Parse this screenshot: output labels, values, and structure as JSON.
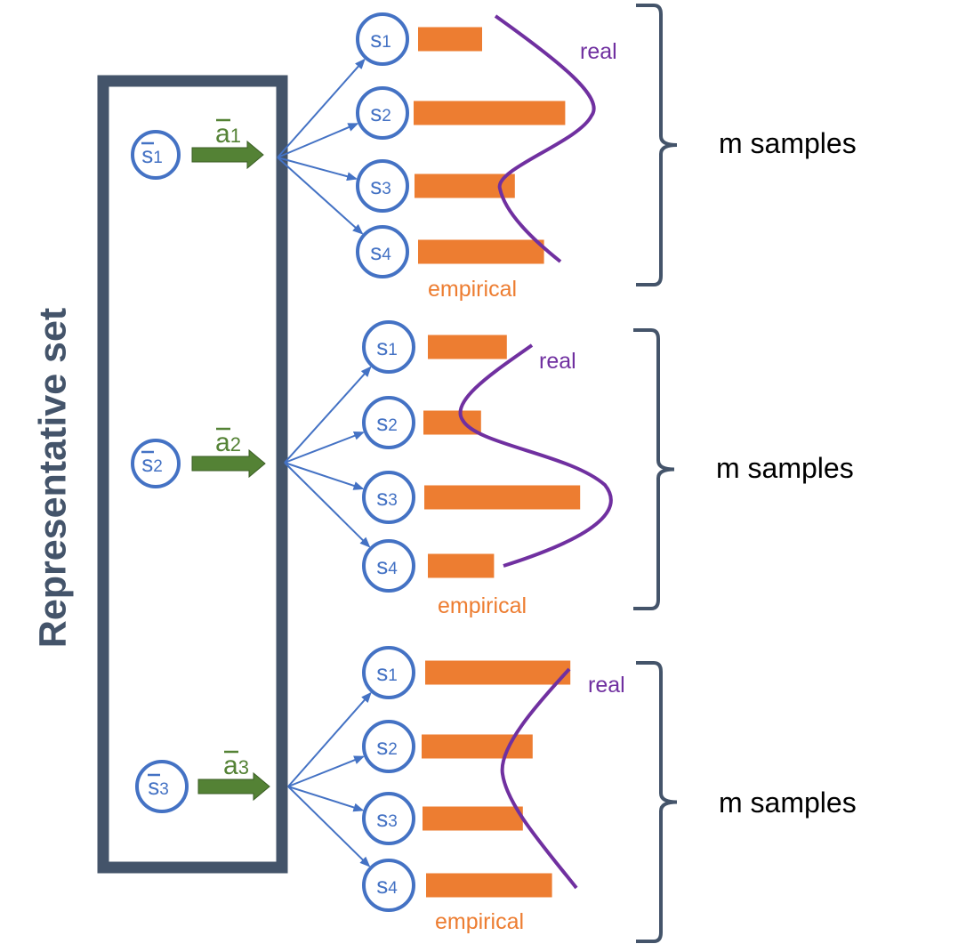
{
  "colors": {
    "circle": "#4472C4",
    "bar": "#ED7D31",
    "real_curve": "#7030A0",
    "action_arrow": "#548235",
    "box": "#44546A",
    "brace": "#44546A",
    "text": "#000000"
  },
  "representative_set": {
    "label": "Representative set"
  },
  "groups": [
    {
      "rep_state": {
        "base": "s",
        "sub": "1",
        "overbar": true
      },
      "action": {
        "base": "a",
        "sub": "1",
        "overbar": true
      },
      "samples": [
        {
          "base": "s",
          "sub": "1",
          "bar_value": 0.3
        },
        {
          "base": "s",
          "sub": "2",
          "bar_value": 0.71
        },
        {
          "base": "s",
          "sub": "3",
          "bar_value": 0.47
        },
        {
          "base": "s",
          "sub": "4",
          "bar_value": 0.59
        }
      ],
      "real_label": "real",
      "empirical_label": "empirical",
      "brace_label": "m samples"
    },
    {
      "rep_state": {
        "base": "s",
        "sub": "2",
        "overbar": true
      },
      "action": {
        "base": "a",
        "sub": "2",
        "overbar": true
      },
      "samples": [
        {
          "base": "s",
          "sub": "1",
          "bar_value": 0.37
        },
        {
          "base": "s",
          "sub": "2",
          "bar_value": 0.27
        },
        {
          "base": "s",
          "sub": "3",
          "bar_value": 0.73
        },
        {
          "base": "s",
          "sub": "4",
          "bar_value": 0.31
        }
      ],
      "real_label": "real",
      "empirical_label": "empirical",
      "brace_label": "m samples"
    },
    {
      "rep_state": {
        "base": "s",
        "sub": "3",
        "overbar": true
      },
      "action": {
        "base": "a",
        "sub": "3",
        "overbar": true
      },
      "samples": [
        {
          "base": "s",
          "sub": "1",
          "bar_value": 0.68
        },
        {
          "base": "s",
          "sub": "2",
          "bar_value": 0.52
        },
        {
          "base": "s",
          "sub": "3",
          "bar_value": 0.47
        },
        {
          "base": "s",
          "sub": "4",
          "bar_value": 0.59
        }
      ],
      "real_label": "real",
      "empirical_label": "empirical",
      "brace_label": "m samples"
    }
  ]
}
